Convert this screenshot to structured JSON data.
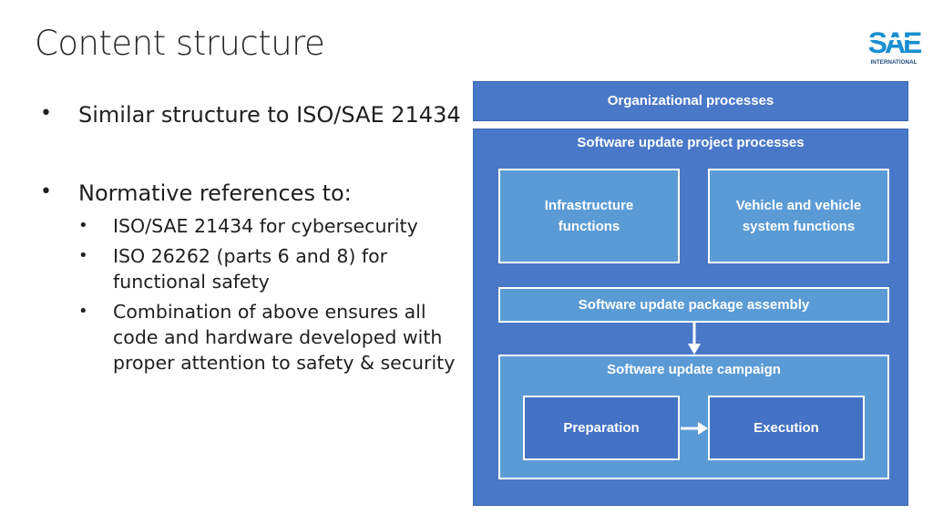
{
  "slide": {
    "title": "Content structure",
    "logo": {
      "text": "SAE",
      "subtext": "INTERNATIONAL",
      "color": "#1a8fd0"
    }
  },
  "bullets": {
    "item1": "Similar structure to ISO/SAE 21434",
    "item2": "Normative references to:",
    "sub": [
      "ISO/SAE 21434 for cybersecurity",
      "ISO 26262 (parts 6 and 8) for functional safety",
      "Combination of above ensures all code and hardware developed with proper attention to safety & security"
    ],
    "marker": "•"
  },
  "diagram": {
    "organizational": "Organizational processes",
    "project": "Software update project processes",
    "infrastructure": "Infrastructure functions",
    "vehicle": "Vehicle and vehicle system functions",
    "package_assembly": "Software update package assembly",
    "campaign": "Software update campaign",
    "preparation": "Preparation",
    "execution": "Execution",
    "colors": {
      "dark_blue": "#4472c4",
      "light_blue": "#5b9bd5",
      "outline": "#ffffff"
    }
  }
}
